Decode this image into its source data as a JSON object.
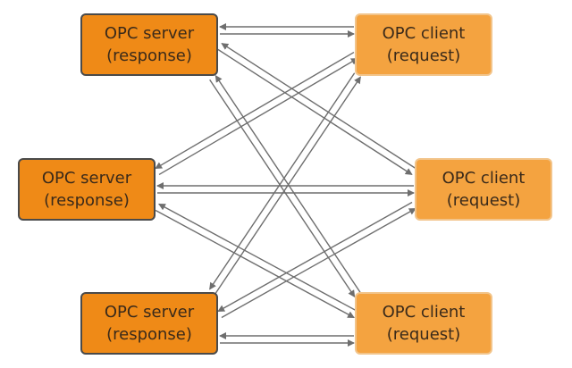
{
  "colors": {
    "server": "#ef8a17",
    "client": "#f4a340",
    "arrow": "#6e6e6e"
  },
  "servers": [
    {
      "line1": "OPC server",
      "line2": "(response)"
    },
    {
      "line1": "OPC server",
      "line2": "(response)"
    },
    {
      "line1": "OPC server",
      "line2": "(response)"
    }
  ],
  "clients": [
    {
      "line1": "OPC client",
      "line2": "(request)"
    },
    {
      "line1": "OPC client",
      "line2": "(request)"
    },
    {
      "line1": "OPC client",
      "line2": "(request)"
    }
  ]
}
